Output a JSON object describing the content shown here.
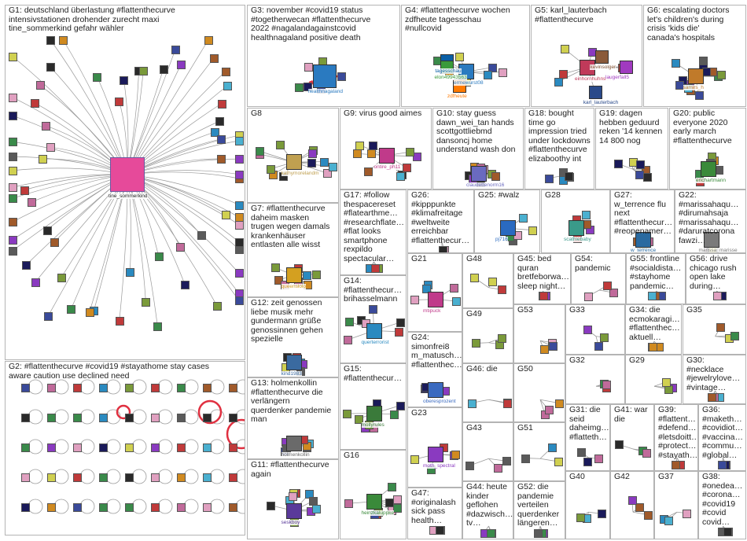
{
  "groups": [
    {
      "id": "G1",
      "label": "G1: deutschland überlastung #flattenthecurve\nintensivstationen drohender zurecht maxi\ntine_sommerkind gefahr wähler",
      "users": [
        {
          "name": "tine_sommerkind",
          "color": "#e64a9a"
        }
      ]
    },
    {
      "id": "G2",
      "label": "G2: #flattenthecurve #covid19 #stayathome stay cases\naware caution use declined need",
      "users": []
    },
    {
      "id": "G3",
      "label": "G3: november #covid19 status\n#togetherwecan #flattenthecurve\n2022 #nagalandagainstcovid\nhealthnagaland positive death",
      "users": [
        {
          "name": "healthnagaland",
          "color": "#2a7ac0"
        }
      ]
    },
    {
      "id": "G4",
      "label": "G4: #flattenthecurve wochen\nzdfheute tagesschau\n#nullcovid",
      "users": [
        {
          "name": "ermewurst08",
          "color": "#2a7ac0"
        },
        {
          "name": "zdfheute",
          "color": "#ff7a00"
        },
        {
          "name": "tagesschau",
          "color": "#0a5fa6"
        },
        {
          "name": "elon49943563",
          "color": "#3a9a3a"
        }
      ]
    },
    {
      "id": "G5",
      "label": "G5: karl_lauterbach\n#flattenthecurve",
      "users": [
        {
          "name": "einhornhuhnsch",
          "color": "#c03a5a"
        },
        {
          "name": "kevinsolger",
          "color": "#8a5a3a"
        },
        {
          "name": "karl_lauterbach",
          "color": "#2a4a8a"
        },
        {
          "name": "laugerfall5",
          "color": "#a03ac0"
        }
      ]
    },
    {
      "id": "G6",
      "label": "G6: escalating doctors\nlet's children's during\ncrisis 'kids die'\ncanada's hospitals",
      "users": [
        {
          "name": "samirs_h",
          "color": "#c07a2a"
        }
      ]
    },
    {
      "id": "G7",
      "label": "G7: #flattenthecurve\ndaheim masken\ntrugen wegen damals\nkrankenhäuser\nentlasten alle wisst",
      "users": [
        {
          "name": "queenslolo",
          "color": "#d4a020"
        }
      ]
    },
    {
      "id": "G8",
      "label": "G8",
      "users": [
        {
          "name": "kathymorelandm",
          "color": "#c0a050"
        }
      ]
    },
    {
      "id": "G9",
      "label": "G9: virus good aimes",
      "users": [
        {
          "name": "ontire_ph11",
          "color": "#c03a8a"
        }
      ]
    },
    {
      "id": "G10",
      "label": "G10: stay guess\ndawn_wei_tan hands\nscottgottliebmd\ndansoncj home\nunderstand wash don",
      "users": [
        {
          "name": "claudettenorm16",
          "color": "#6a6ac0"
        }
      ]
    },
    {
      "id": "G11",
      "label": "G11: #flattenthecurve\nagain",
      "users": [
        {
          "name": "seskboy",
          "color": "#5a3a9a"
        }
      ]
    },
    {
      "id": "G12",
      "label": "G12: zeit genossen\nliebe musik mehr\ngundermann grüße\ngenossinnen gehen\nspezielle",
      "users": [
        {
          "name": "kind1983",
          "color": "#3a6aa0"
        }
      ]
    },
    {
      "id": "G13",
      "label": "G13: holmenkollin\n#flattenthecurve die\nverlängern\nquerdenker pandemie\nman",
      "users": [
        {
          "name": "holmenkollin",
          "color": "#6a6a6a"
        }
      ]
    },
    {
      "id": "G14",
      "label": "G14: #flattenthecur…\nbrihasselmann",
      "users": [
        {
          "name": "querterrorist",
          "color": "#2a8ac0"
        }
      ]
    },
    {
      "id": "G15",
      "label": "G15: #flattenthecur…",
      "users": [
        {
          "name": "mollyrules",
          "color": "#3a7a3a"
        }
      ]
    },
    {
      "id": "G16",
      "label": "G16",
      "users": [
        {
          "name": "heinzkaluppke",
          "color": "#3a8a3a"
        }
      ]
    },
    {
      "id": "G17",
      "label": "G17: #follow\nthespacereset\n#flatearthme…\n#researchflate…\n#flat looks\nsmartphone\nrexpildo\nspectacular…",
      "users": []
    },
    {
      "id": "G18",
      "label": "G18: bought\ntime go\nimpression tried\nunder lockdowns\n#flattenthecurve\nelizaboothy int",
      "users": []
    },
    {
      "id": "G19",
      "label": "G19: dagen\nhebben geduurd\nreken '14 kennen\n14 800 nog",
      "users": []
    },
    {
      "id": "G20",
      "label": "G20: public\neveryone 2020\nearly march\n#flattenthecurve",
      "users": [
        {
          "name": "erichartmann",
          "color": "#3a8a3a"
        }
      ]
    },
    {
      "id": "G21",
      "label": "G21",
      "users": [
        {
          "name": "mtipuck",
          "color": "#c03a8a"
        }
      ]
    },
    {
      "id": "G22",
      "label": "G22:\n#marissahaqu…\n#dirumahsaja\n#marissahaqu…\n#daruratcorona\nfawzi…",
      "users": [
        {
          "name": "marissa_marisse",
          "color": "#7a7a7a"
        }
      ]
    },
    {
      "id": "G23",
      "label": "G23",
      "users": [
        {
          "name": "moth_spectral",
          "color": "#8a3ac0"
        }
      ]
    },
    {
      "id": "G24",
      "label": "G24:\nsimonfrei8\nm_matusch…\n#flattenthec…",
      "users": [
        {
          "name": "oberesprozent",
          "color": "#3a6ac0"
        }
      ]
    },
    {
      "id": "G25",
      "label": "G25: #walz",
      "users": [
        {
          "name": "pj716",
          "color": "#2a6ac0"
        }
      ]
    },
    {
      "id": "G26",
      "label": "G26:\n#kipppunkte\n#klimafreitage\n#weltweite\nerreichbar\n#flattenthecur…",
      "users": []
    },
    {
      "id": "G27",
      "label": "G27:\nw_terrence flu\nnext\n#flattenthecur…\n#reopenamer…",
      "users": [
        {
          "name": "w_terrence",
          "color": "#2a6aa0"
        }
      ]
    },
    {
      "id": "G28",
      "label": "G28",
      "users": [
        {
          "name": "scathiebaby",
          "color": "#3a9a8a"
        }
      ]
    },
    {
      "id": "G29",
      "label": "G29",
      "users": []
    },
    {
      "id": "G30",
      "label": "G30:\n#necklace\n#jewelrylove…\n#vintage…",
      "users": []
    },
    {
      "id": "G31",
      "label": "G31: die\nseid\ndaheimg…\n#flatteth…",
      "users": []
    },
    {
      "id": "G32",
      "label": "G32",
      "users": []
    },
    {
      "id": "G33",
      "label": "G33",
      "users": []
    },
    {
      "id": "G34",
      "label": "G34: die\necmokaragi…\n#flattenthec…\naktuell…",
      "users": []
    },
    {
      "id": "G35",
      "label": "G35",
      "users": []
    },
    {
      "id": "G36",
      "label": "G36:\n#maketh…\n#covidiot…\n#vaccina…\n#commu…\n#global…",
      "users": []
    },
    {
      "id": "G37",
      "label": "G37",
      "users": []
    },
    {
      "id": "G38",
      "label": "G38:\n#onedea…\n#corona…\n#covid19\n#covid\ncovid…",
      "users": []
    },
    {
      "id": "G39",
      "label": "G39:\n#flattent…\n#defend…\n#letsdoitt…\n#protect…\n#stayath…",
      "users": []
    },
    {
      "id": "G40",
      "label": "G40",
      "users": []
    },
    {
      "id": "G41",
      "label": "G41: war\ndie",
      "users": []
    },
    {
      "id": "G42",
      "label": "G42",
      "users": []
    },
    {
      "id": "G43",
      "label": "G43",
      "users": []
    },
    {
      "id": "G44",
      "label": "G44: heute\nkinder\ngeflohen\n#dazwisch…\ntv…",
      "users": []
    },
    {
      "id": "G45",
      "label": "G45: bed\nquran\nbretfeborwa…\nsleep night…",
      "users": []
    },
    {
      "id": "G46",
      "label": "G46: die",
      "users": []
    },
    {
      "id": "G47",
      "label": "G47:\n#originalash\nsick pass\nhealth…",
      "users": []
    },
    {
      "id": "G48",
      "label": "G48",
      "users": []
    },
    {
      "id": "G49",
      "label": "G49",
      "users": []
    },
    {
      "id": "G50",
      "label": "G50",
      "users": []
    },
    {
      "id": "G51",
      "label": "G51",
      "users": []
    },
    {
      "id": "G52",
      "label": "G52: die\npandemie\nverteilen\nquerdenker\nlängeren…",
      "users": []
    },
    {
      "id": "G53",
      "label": "G53",
      "users": []
    },
    {
      "id": "G54",
      "label": "G54:\npandemic",
      "users": []
    },
    {
      "id": "G55",
      "label": "G55: frontline\n#socialdista…\n#stayhome\npandemic…",
      "users": []
    },
    {
      "id": "G56",
      "label": "G56: drive\nchicago rush\nopen lake\nduring…",
      "users": []
    }
  ],
  "colors": {
    "border": "#b4b4b4",
    "edge": "#9a9a9a",
    "highlight_edge": "#e03040",
    "hub_border": "#333333"
  }
}
